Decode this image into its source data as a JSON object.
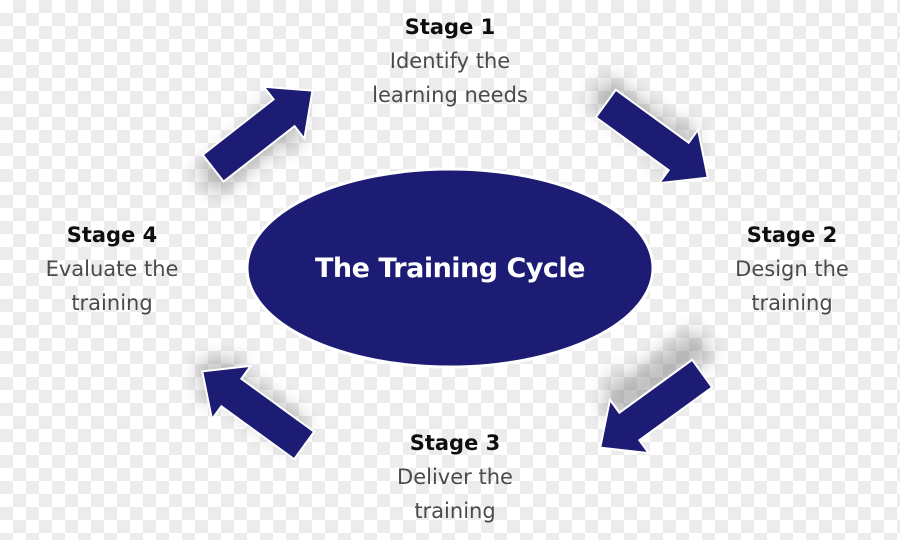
{
  "center": {
    "label": "The Training Cycle"
  },
  "stages": [
    {
      "title": "Stage 1",
      "line1": "Identify the",
      "line2": "learning needs"
    },
    {
      "title": "Stage 2",
      "line1": "Design the",
      "line2": "training"
    },
    {
      "title": "Stage 3",
      "line1": "Deliver the",
      "line2": "training"
    },
    {
      "title": "Stage 4",
      "line1": "Evaluate the",
      "line2": "training"
    }
  ],
  "colors": {
    "shape_fill": "#1c1c74",
    "shape_stroke": "#ffffff",
    "stage_title": "#0e0e0e",
    "stage_text": "#4a4a4a"
  }
}
